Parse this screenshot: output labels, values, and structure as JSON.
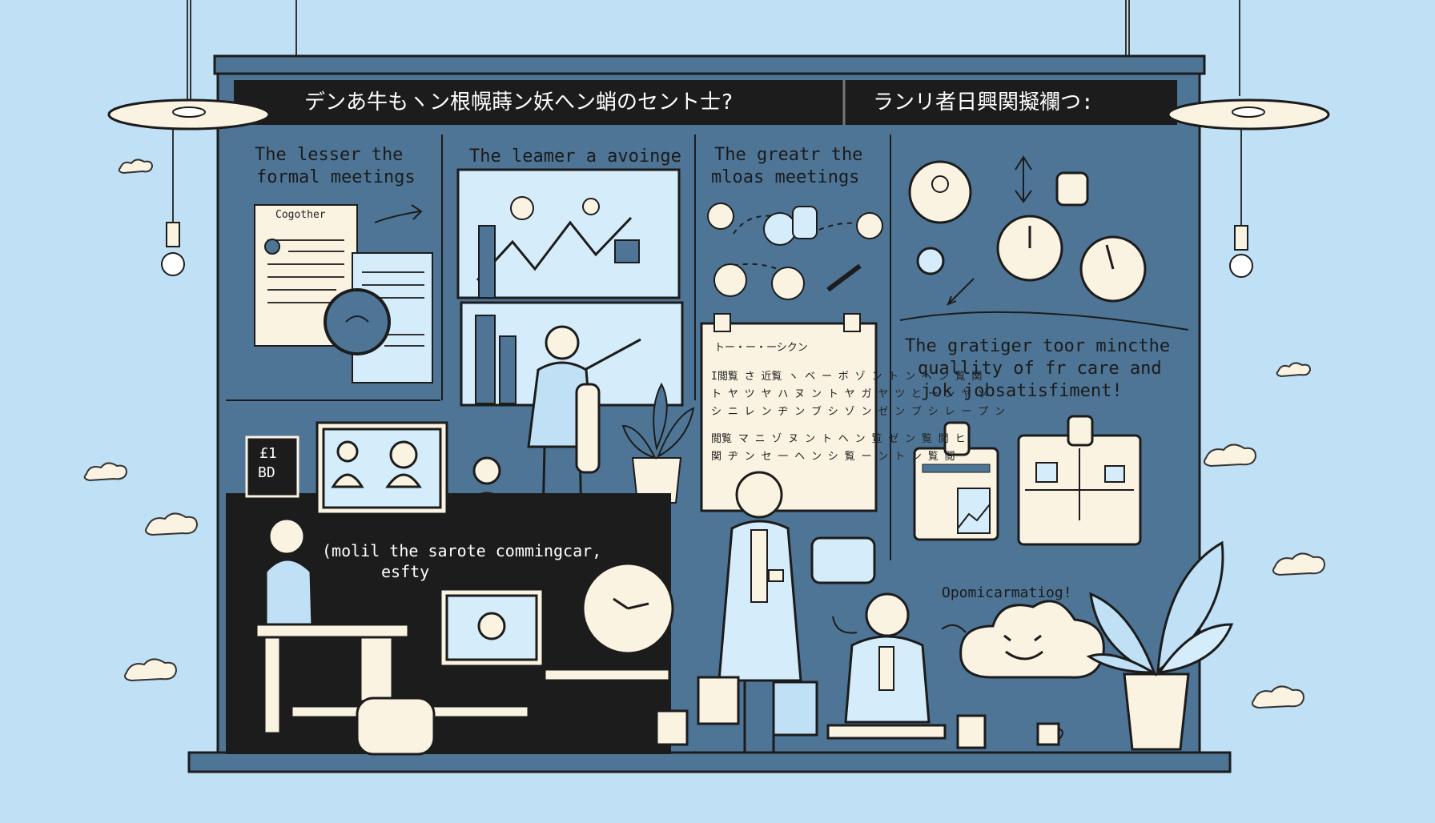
{
  "banner": {
    "left": "デンあ牛もヽン根幌蒔ン妖へン蛸のセント士?",
    "left_mark": "?",
    "right": "ランリ者日興関擬襴つ:"
  },
  "panels": {
    "top_left_title_1": "The lesser the",
    "top_left_title_2": "formal meetings",
    "doc_header": "Cogother",
    "top_mid_title": "The  leamer a avoinge",
    "top_right_title_1": "The greatr the",
    "top_right_title_2": "mloas meetings",
    "remote_line_1": "(molil the sarote commingcar,",
    "remote_line_2": "esfty",
    "sign_line_1": "£1",
    "sign_line_2": "BD",
    "quality_line_1": "The gratiger toor mincthe",
    "quality_line_2": "quallity of fr care and",
    "quality_line_3": "jok  jobsatisfiment!",
    "opomi": "Opomicarmatiog!",
    "note_line_1": "トー・ー・ーシクン",
    "note_line_2": "I閲覧 さ 近覧 ヽ ベ ー ボ ゾ ン ト ン ヘ ン 覧 関",
    "note_line_3": "ト ヤ ツ ヤ ハ ヌ ン ト ヤ ガ ヤ ツ と ー ン ヤ ゾ",
    "note_line_4": "シ ニ レ ン ヂ ン ブ シ ゾ ン ゼ ン ブ シ レ ー プ ン",
    "note_line_5": "閲覧 マ ニ ゾ ヌ ン ト ヘ ン 覧 ゼ ン 覧 閲 ヒ",
    "note_line_6": "関 ヂ ン セ 一 ヘ ン シ 覧 ー ン ト ン 覧 閲"
  },
  "colors": {
    "sky": "#bfe0f5",
    "board": "#4e7596",
    "panel_light": "#d5ecfa",
    "cream": "#fbf3e2",
    "ink": "#1c1c1c"
  }
}
